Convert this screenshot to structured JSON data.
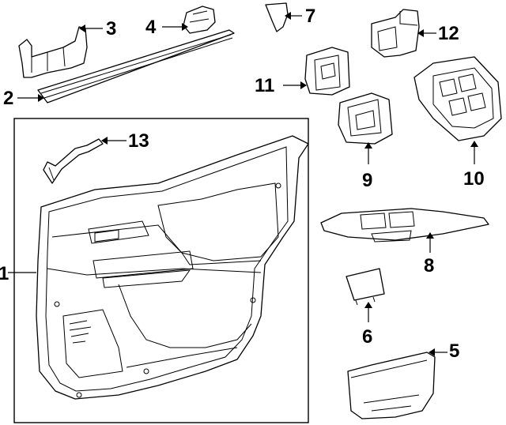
{
  "diagram": {
    "callouts": [
      {
        "id": "1",
        "text": "1"
      },
      {
        "id": "2",
        "text": "2"
      },
      {
        "id": "3",
        "text": "3"
      },
      {
        "id": "4",
        "text": "4"
      },
      {
        "id": "5",
        "text": "5"
      },
      {
        "id": "6",
        "text": "6"
      },
      {
        "id": "7",
        "text": "7"
      },
      {
        "id": "8",
        "text": "8"
      },
      {
        "id": "9",
        "text": "9"
      },
      {
        "id": "10",
        "text": "10"
      },
      {
        "id": "11",
        "text": "11"
      },
      {
        "id": "12",
        "text": "12"
      },
      {
        "id": "13",
        "text": "13"
      }
    ],
    "line_color": "#000000",
    "background": "#ffffff"
  }
}
